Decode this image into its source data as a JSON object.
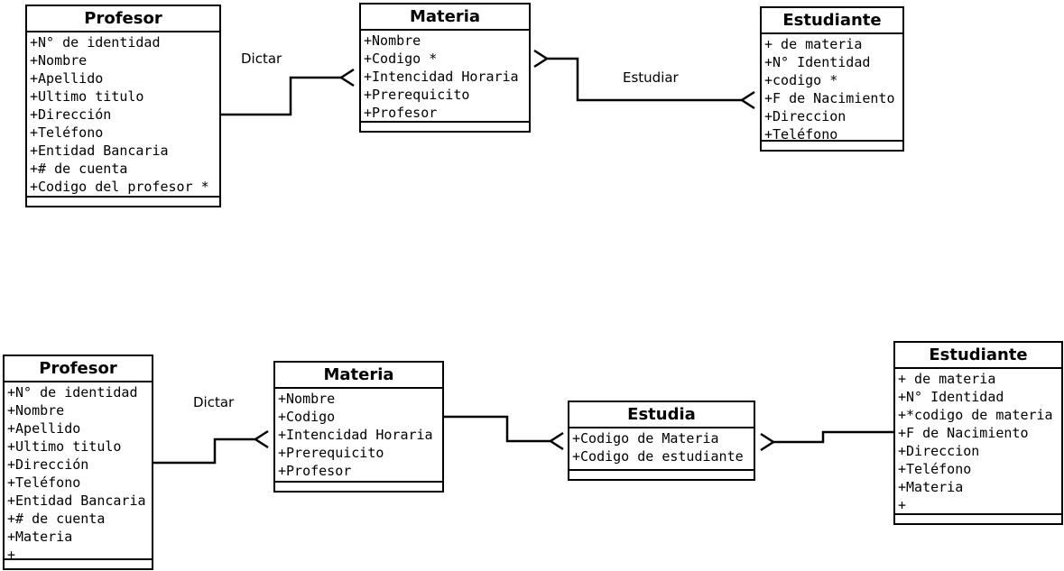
{
  "diagram": {
    "colors": {
      "line": "#000000",
      "background": "#ffffff",
      "text": "#000000"
    },
    "top_row": {
      "profesor": {
        "title": "Profesor",
        "attributes": [
          "+N° de identidad",
          "+Nombre",
          "+Apellido",
          "+Ultimo titulo",
          "+Dirección",
          "+Teléfono",
          "+Entidad Bancaria",
          "+# de cuenta",
          "+Codigo del profesor *"
        ]
      },
      "materia": {
        "title": "Materia",
        "attributes": [
          "+Nombre",
          "+Codigo *",
          "+Intencidad Horaria",
          "+Prerequicito",
          "+Profesor"
        ]
      },
      "estudiante": {
        "title": "Estudiante",
        "attributes": [
          "+ de materia",
          "+N° Identidad",
          "+codigo *",
          "+F de Nacimiento",
          "+Direccion",
          "+Teléfono"
        ]
      },
      "labels": {
        "dictar": "Dictar",
        "estudiar": "Estudiar"
      }
    },
    "bottom_row": {
      "profesor": {
        "title": "Profesor",
        "attributes": [
          "+N° de identidad",
          "+Nombre",
          "+Apellido",
          "+Ultimo titulo",
          "+Dirección",
          "+Teléfono",
          "+Entidad Bancaria",
          "+# de cuenta",
          "+Materia",
          "+"
        ]
      },
      "materia": {
        "title": "Materia",
        "attributes": [
          "+Nombre",
          "+Codigo",
          "+Intencidad Horaria",
          "+Prerequicito",
          "+Profesor"
        ]
      },
      "estudia": {
        "title": "Estudia",
        "attributes": [
          "+Codigo de Materia",
          "+Codigo de estudiante"
        ]
      },
      "estudiante": {
        "title": "Estudiante",
        "attributes": [
          "+ de materia",
          "+N° Identidad",
          "+*codigo de materia",
          "+F de Nacimiento",
          "+Direccion",
          "+Teléfono",
          "+Materia",
          "+"
        ]
      },
      "labels": {
        "dictar": "Dictar"
      }
    }
  }
}
